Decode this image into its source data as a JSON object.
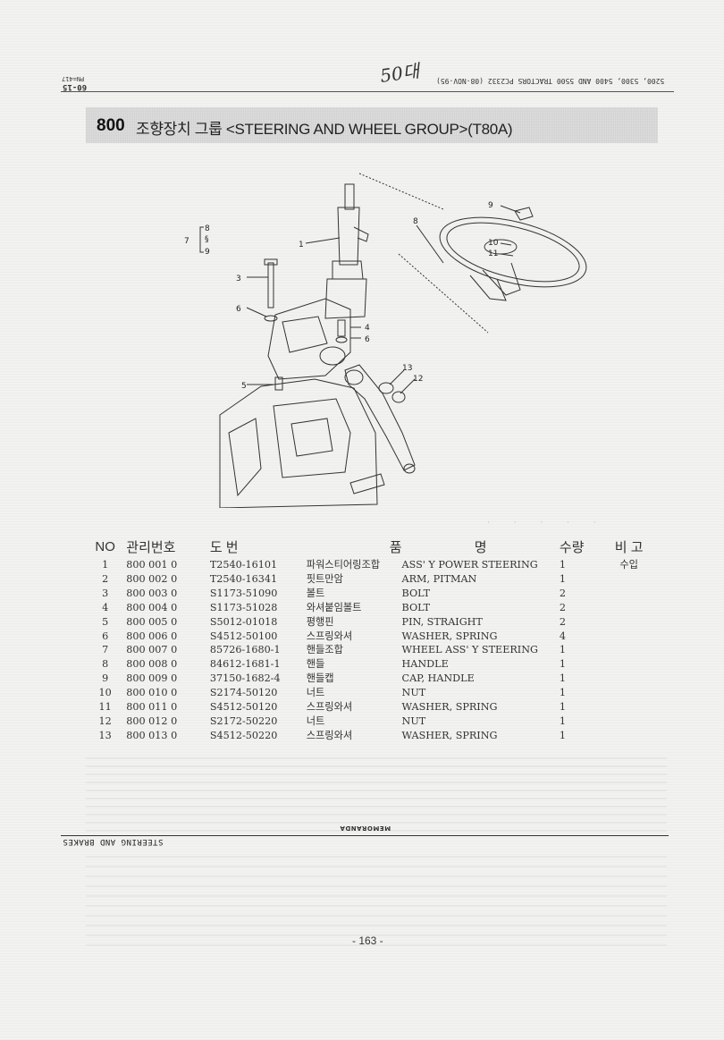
{
  "header": {
    "models": "5200, 5300, 5400 AND 5500 TRACTORS   PC2332   (08-NOV-95)",
    "pn": "PN=417",
    "section_code": "60-15",
    "handwritten": "50대"
  },
  "title": {
    "number": "800",
    "text": "조향장치 그룹 <STEERING AND WHEEL GROUP>(T80A)"
  },
  "table": {
    "headers": [
      "NO",
      "관리번호",
      "도    번",
      "품",
      "명",
      "수량",
      "비 고"
    ],
    "rows": [
      {
        "no": "1",
        "mgmt": "800  001  0",
        "drawing": "T2540-16101",
        "ko": "파워스티어링조합",
        "en": "ASS' Y POWER STEERING",
        "qty": "1",
        "remark": "수입"
      },
      {
        "no": "2",
        "mgmt": "800  002  0",
        "drawing": "T2540-16341",
        "ko": "핏트만암",
        "en": "ARM, PITMAN",
        "qty": "1",
        "remark": ""
      },
      {
        "no": "3",
        "mgmt": "800  003  0",
        "drawing": "S1173-51090",
        "ko": "볼트",
        "en": "BOLT",
        "qty": "2",
        "remark": ""
      },
      {
        "no": "4",
        "mgmt": "800  004  0",
        "drawing": "S1173-51028",
        "ko": "와셔붙임볼트",
        "en": "BOLT",
        "qty": "2",
        "remark": ""
      },
      {
        "no": "5",
        "mgmt": "800  005  0",
        "drawing": "S5012-01018",
        "ko": "평행핀",
        "en": "PIN, STRAIGHT",
        "qty": "2",
        "remark": ""
      },
      {
        "no": "6",
        "mgmt": "800  006  0",
        "drawing": "S4512-50100",
        "ko": "스프링와셔",
        "en": "WASHER, SPRING",
        "qty": "4",
        "remark": ""
      },
      {
        "no": "7",
        "mgmt": "800  007  0",
        "drawing": "85726-1680-1",
        "ko": "핸들조합",
        "en": "WHEEL ASS' Y STEERING",
        "qty": "1",
        "remark": ""
      },
      {
        "no": "8",
        "mgmt": "800  008  0",
        "drawing": "84612-1681-1",
        "ko": "핸들",
        "en": "HANDLE",
        "qty": "1",
        "remark": ""
      },
      {
        "no": "9",
        "mgmt": "800  009  0",
        "drawing": "37150-1682-4",
        "ko": "핸들캡",
        "en": "CAP, HANDLE",
        "qty": "1",
        "remark": ""
      },
      {
        "no": "10",
        "mgmt": "800  010  0",
        "drawing": "S2174-50120",
        "ko": "너트",
        "en": "NUT",
        "qty": "1",
        "remark": ""
      },
      {
        "no": "11",
        "mgmt": "800  011  0",
        "drawing": "S4512-50120",
        "ko": "스프링와셔",
        "en": "WASHER, SPRING",
        "qty": "1",
        "remark": ""
      },
      {
        "no": "12",
        "mgmt": "800  012  0",
        "drawing": "S2172-50220",
        "ko": "너트",
        "en": "NUT",
        "qty": "1",
        "remark": ""
      },
      {
        "no": "13",
        "mgmt": "800  013  0",
        "drawing": "S4512-50220",
        "ko": "스프링와셔",
        "en": "WASHER, SPRING",
        "qty": "1",
        "remark": ""
      }
    ]
  },
  "footer": {
    "memoranda": "MEMORANDA",
    "section": "STEERING AND BRAKES",
    "page": "- 163 -"
  }
}
